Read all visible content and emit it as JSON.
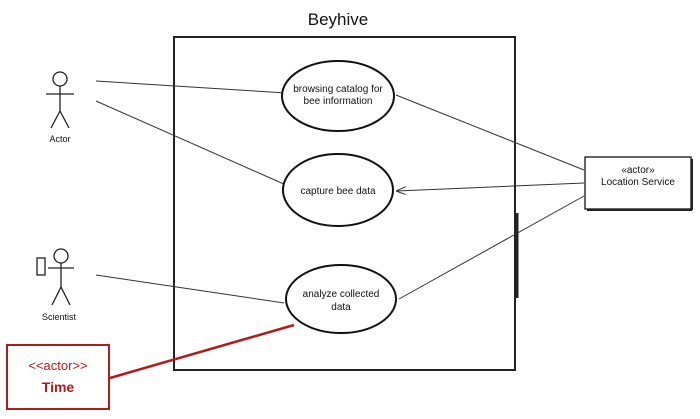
{
  "system": {
    "title": "Beyhive"
  },
  "actors": {
    "actor": {
      "label": "Actor"
    },
    "scientist": {
      "label": "Scientist"
    },
    "location_service": {
      "stereotype": "«actor»",
      "name": "Location Service"
    },
    "time": {
      "stereotype": "<<actor>>",
      "name": "Time"
    }
  },
  "use_cases": [
    {
      "lines": [
        "browsing catalog for",
        "bee information"
      ]
    },
    {
      "lines": [
        "capture bee data"
      ]
    },
    {
      "lines": [
        "analyze collected",
        "data"
      ]
    }
  ],
  "colors": {
    "line": "#333333",
    "highlight": "#b01c1c"
  }
}
